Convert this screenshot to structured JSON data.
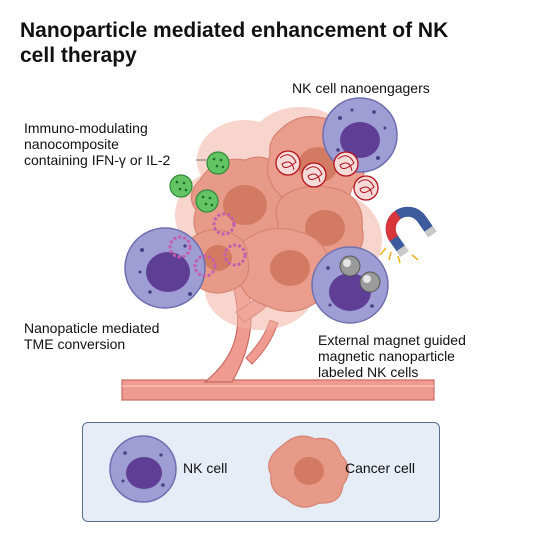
{
  "title": "Nanoparticle mediated enhancement of NK cell therapy",
  "labels": {
    "nanoengagers": "NK cell nanoengagers",
    "nanocomposite": "Immuno-modulating\nnanocomposite\ncontaining IFN-γ or IL-2",
    "tme": "Nanopaticle mediated\nTME conversion",
    "magnet": "External magnet guided\nmagnetic nanoparticle\nlabeled NK cells"
  },
  "legend": {
    "nk_cell": "NK cell",
    "cancer_cell": "Cancer cell"
  },
  "colors": {
    "nk_outer": "#9f9ed4",
    "nk_nucleus": "#5f3f95",
    "cancer_body": "#e89a88",
    "cancer_nucleus": "#d27a62",
    "vessel": "#ef9b91",
    "legend_bg": "#e6edf6",
    "legend_border": "#5a6f8c"
  },
  "icons": [
    "nk-cell-icon",
    "cancer-cell-icon",
    "magnet-icon",
    "green-nanocomposite-icon",
    "red-nanoengager-icon",
    "magnetic-nanoparticle-icon",
    "purple-ring-nanoparticle-icon"
  ]
}
